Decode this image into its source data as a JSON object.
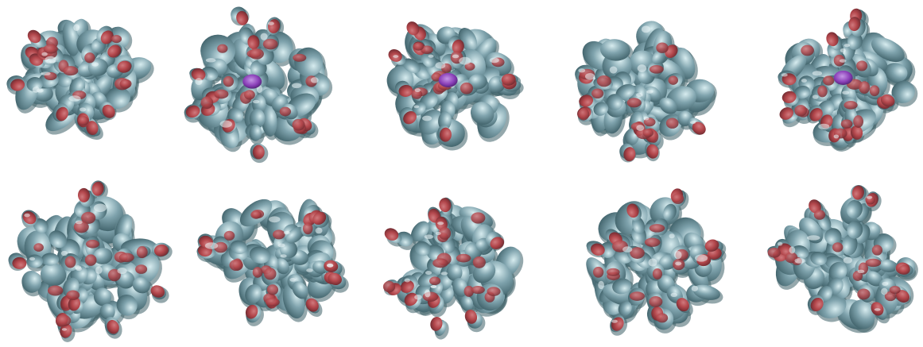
{
  "figure": {
    "rows": 2,
    "columns": 5,
    "panel_count": 10,
    "background_color": "#ffffff",
    "colors": {
      "surface_teal": "#7fa3ad",
      "surface_highlight": "#d7ecef",
      "surface_shadow": "#3e6068",
      "tip_red": "#b3474c",
      "tip_dark_red": "#6e2a30",
      "pocket_purple": "#8a3fb8"
    },
    "panels": [
      {
        "index": 1,
        "row": 1,
        "column": 1,
        "has_purple_pocket": false
      },
      {
        "index": 2,
        "row": 1,
        "column": 2,
        "has_purple_pocket": true
      },
      {
        "index": 3,
        "row": 1,
        "column": 3,
        "has_purple_pocket": true
      },
      {
        "index": 4,
        "row": 1,
        "column": 4,
        "has_purple_pocket": false
      },
      {
        "index": 5,
        "row": 1,
        "column": 5,
        "has_purple_pocket": true
      },
      {
        "index": 6,
        "row": 2,
        "column": 1,
        "has_purple_pocket": false
      },
      {
        "index": 7,
        "row": 2,
        "column": 2,
        "has_purple_pocket": false
      },
      {
        "index": 8,
        "row": 2,
        "column": 3,
        "has_purple_pocket": false
      },
      {
        "index": 9,
        "row": 2,
        "column": 4,
        "has_purple_pocket": false
      },
      {
        "index": 10,
        "row": 2,
        "column": 5,
        "has_purple_pocket": false
      }
    ]
  }
}
